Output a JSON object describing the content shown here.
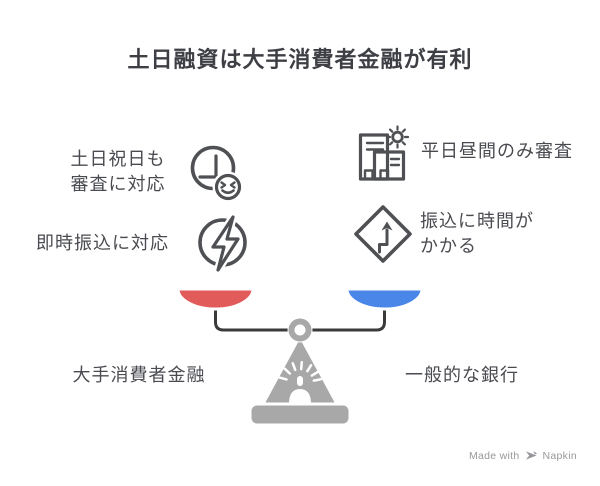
{
  "title": "土日融資は大手消費者金融が有利",
  "items": [
    {
      "label": "土日祝日も\n審査に対応",
      "icon": "clock-smile-icon"
    },
    {
      "label": "即時振込に対応",
      "icon": "lightning-circle-icon"
    },
    {
      "label": "平日昼間のみ審査",
      "icon": "building-sun-icon"
    },
    {
      "label": "振込に時間が\nかかる",
      "icon": "winding-arrow-sign-icon"
    }
  ],
  "scale": {
    "left_label": "大手消費者金融",
    "right_label": "一般的な銀行"
  },
  "colors": {
    "left_pan": "#e15b5b",
    "right_pan": "#4a86e8",
    "base_gray": "#a8a8a8",
    "beam": "#3a3a3a",
    "icon_stroke": "#4f5054",
    "text": "#4a4b50",
    "title": "#3e3f44",
    "footer_gray": "#98989c"
  },
  "footer": {
    "made_with": "Made with",
    "brand": "Napkin"
  }
}
